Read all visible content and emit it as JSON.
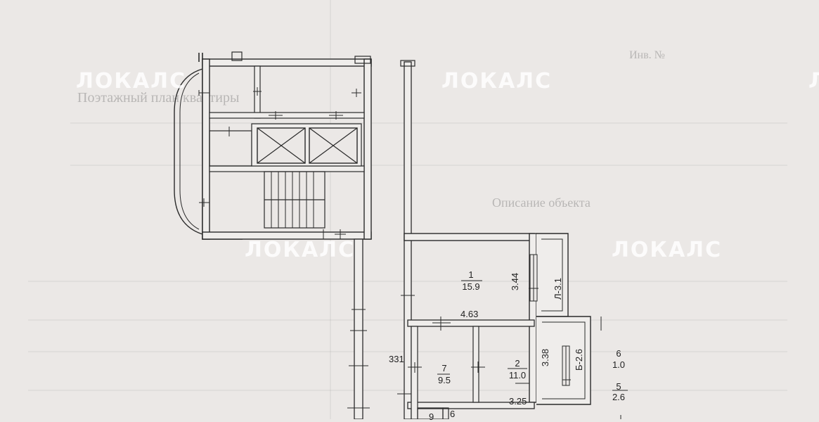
{
  "watermark": {
    "text": "ЛОКАЛС"
  },
  "plan": {
    "rooms": [
      {
        "id": "1",
        "area": "15.9"
      },
      {
        "id": "2",
        "area": "11.0"
      },
      {
        "id": "7",
        "area": "9.5"
      },
      {
        "id": "6",
        "area": "1.0"
      },
      {
        "id": "5",
        "area": "2.6"
      }
    ],
    "dimensions": {
      "d_344": "3.44",
      "d_463": "4.63",
      "d_331": "331",
      "d_338": "3.38",
      "d_325": "3.25",
      "loggia": "Л-3.1",
      "balcony": "Б-2.6"
    },
    "partial_labels": {
      "room_6_bottom": "6",
      "room_9_bottom": "9"
    }
  },
  "background_text": {
    "line1": "Инв. №",
    "line2": "Поэтажный план квартиры",
    "line3": "Описание объекта"
  },
  "colors": {
    "paper": "#ebe8e6",
    "ink": "#2a2a2a",
    "wall_fill": "#efedeb",
    "watermark": "#ffffff"
  }
}
